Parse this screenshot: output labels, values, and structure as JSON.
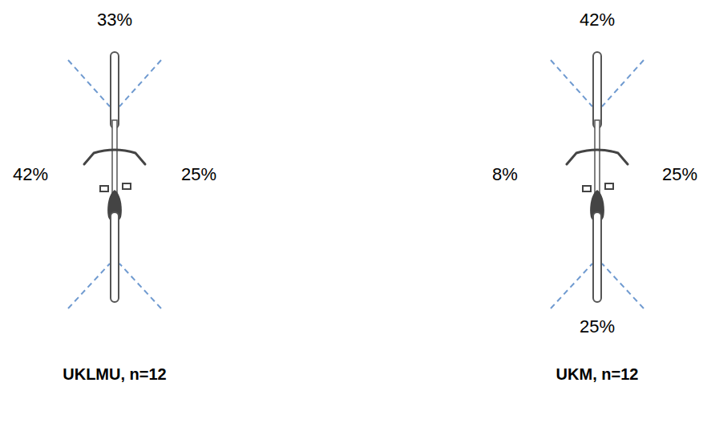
{
  "diagram": {
    "labels": [
      "33%",
      "42%",
      "25%",
      "UKLMU, n=12",
      "42%",
      "8%",
      "25%",
      "25%",
      "UKM, n=12"
    ]
  }
}
